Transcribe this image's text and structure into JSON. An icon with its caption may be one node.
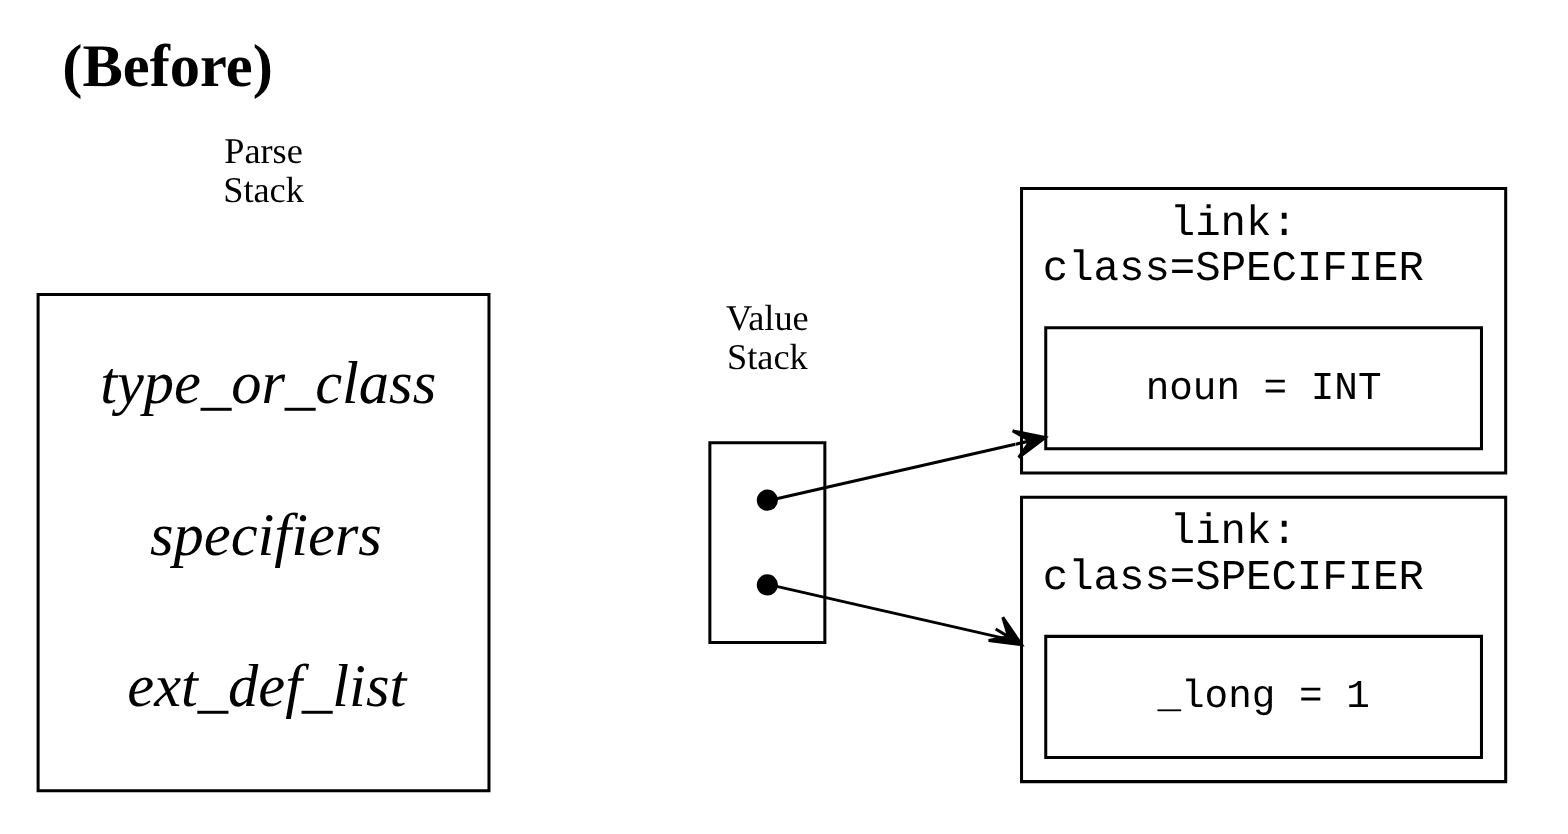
{
  "diagram": {
    "title": "(Before)",
    "nodes": [
      {
        "text": [
          "type_or_class",
          "specifiers",
          "ext_def_list"
        ],
        "beside": [
          "Parse Stack"
        ]
      },
      {
        "text": [],
        "shape": "box",
        "beside": [
          "Value Stack"
        ]
      },
      {
        "text": [],
        "shape": "circle",
        "in": 1
      },
      {
        "text": [],
        "shape": "circle",
        "in": 1
      },
      {
        "text": [
          "link:",
          "class=SPECIFIER"
        ]
      },
      {
        "text": [
          "noun = INT"
        ],
        "in": 4
      },
      {
        "text": [
          "link:",
          "class=SPECIFIER"
        ]
      },
      {
        "text": [
          "_long = 1"
        ],
        "in": 6
      }
    ],
    "edges": [
      {
        "from": 2,
        "to": 5,
        "arrow": "to"
      },
      {
        "from": 3,
        "to": 6,
        "arrow": "to"
      }
    ]
  }
}
